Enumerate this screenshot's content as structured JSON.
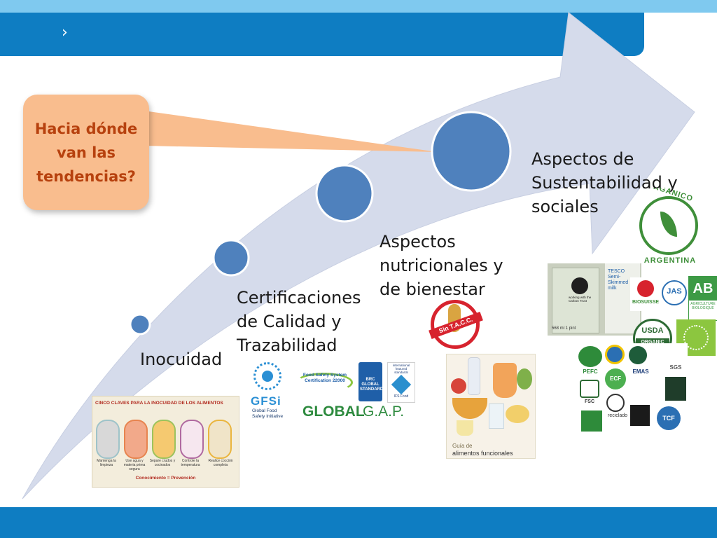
{
  "header": {
    "chevron_icon": "chevron-right-icon"
  },
  "callout": {
    "text": "Hacia dónde van las tendencias?"
  },
  "stages": [
    {
      "label": "Inocuidad"
    },
    {
      "label": "Certificaciones de Calidad y Trazabilidad"
    },
    {
      "label": "Aspectos nutricionales y de bienestar"
    },
    {
      "label": "Aspectos de Sustentabilidad y sociales"
    }
  ],
  "poster": {
    "title": "CINCO CLAVES PARA LA INOCUIDAD DE LOS ALIMENTOS",
    "keys": [
      "Mantenga la limpieza",
      "Use agua y materia prima segura",
      "Separe crudos y cocinados",
      "Controle la temperatura",
      "Realice cocción completa"
    ],
    "footer": "Conocimiento = Prevención"
  },
  "certifications": {
    "gfsi": "GFSi",
    "gfsi_sub": "Global Food Safety Initiative",
    "fssc": "Food Safety System Certification 22000",
    "brc": "BRC GLOBAL STANDARDS",
    "ifs": "international featured standards",
    "ifs_sub": "IFS Food",
    "globalgap_bold": "GLOBAL",
    "globalgap_rest": "G.A.P."
  },
  "nutrition": {
    "sintacc": "Sin T.A.C.C.",
    "guide_line1": "Guía de",
    "guide_line2": "alimentos funcionales"
  },
  "sustainability": {
    "organico_top": "ORGANICO",
    "organico_bottom": "ARGENTINA",
    "carbon": "working with the Carbon Trust",
    "milk": "TESCO Semi-Skimmed milk",
    "milk_size": "568 ml 1 pint",
    "biosuisse": "BIOSUISSE",
    "jas": "JAS",
    "ab": "AB",
    "ab_sub": "AGRICULTURE BIOLOGIQUE",
    "usda": "USDA",
    "usda_organic": "ORGANIC",
    "pefc": "PEFC",
    "ecf": "ECF",
    "emas": "EMAS",
    "sgs": "SGS",
    "fsc": "FSC",
    "reciclado": "reciclado",
    "tcf": "TCF"
  },
  "colors": {
    "header": "#0e7dc2",
    "header_light": "#7fc9ef",
    "arrow": "#d5dbeb",
    "circle": "#4f81bd",
    "callout": "#f9bd8e",
    "callout_text": "#b7410e"
  }
}
